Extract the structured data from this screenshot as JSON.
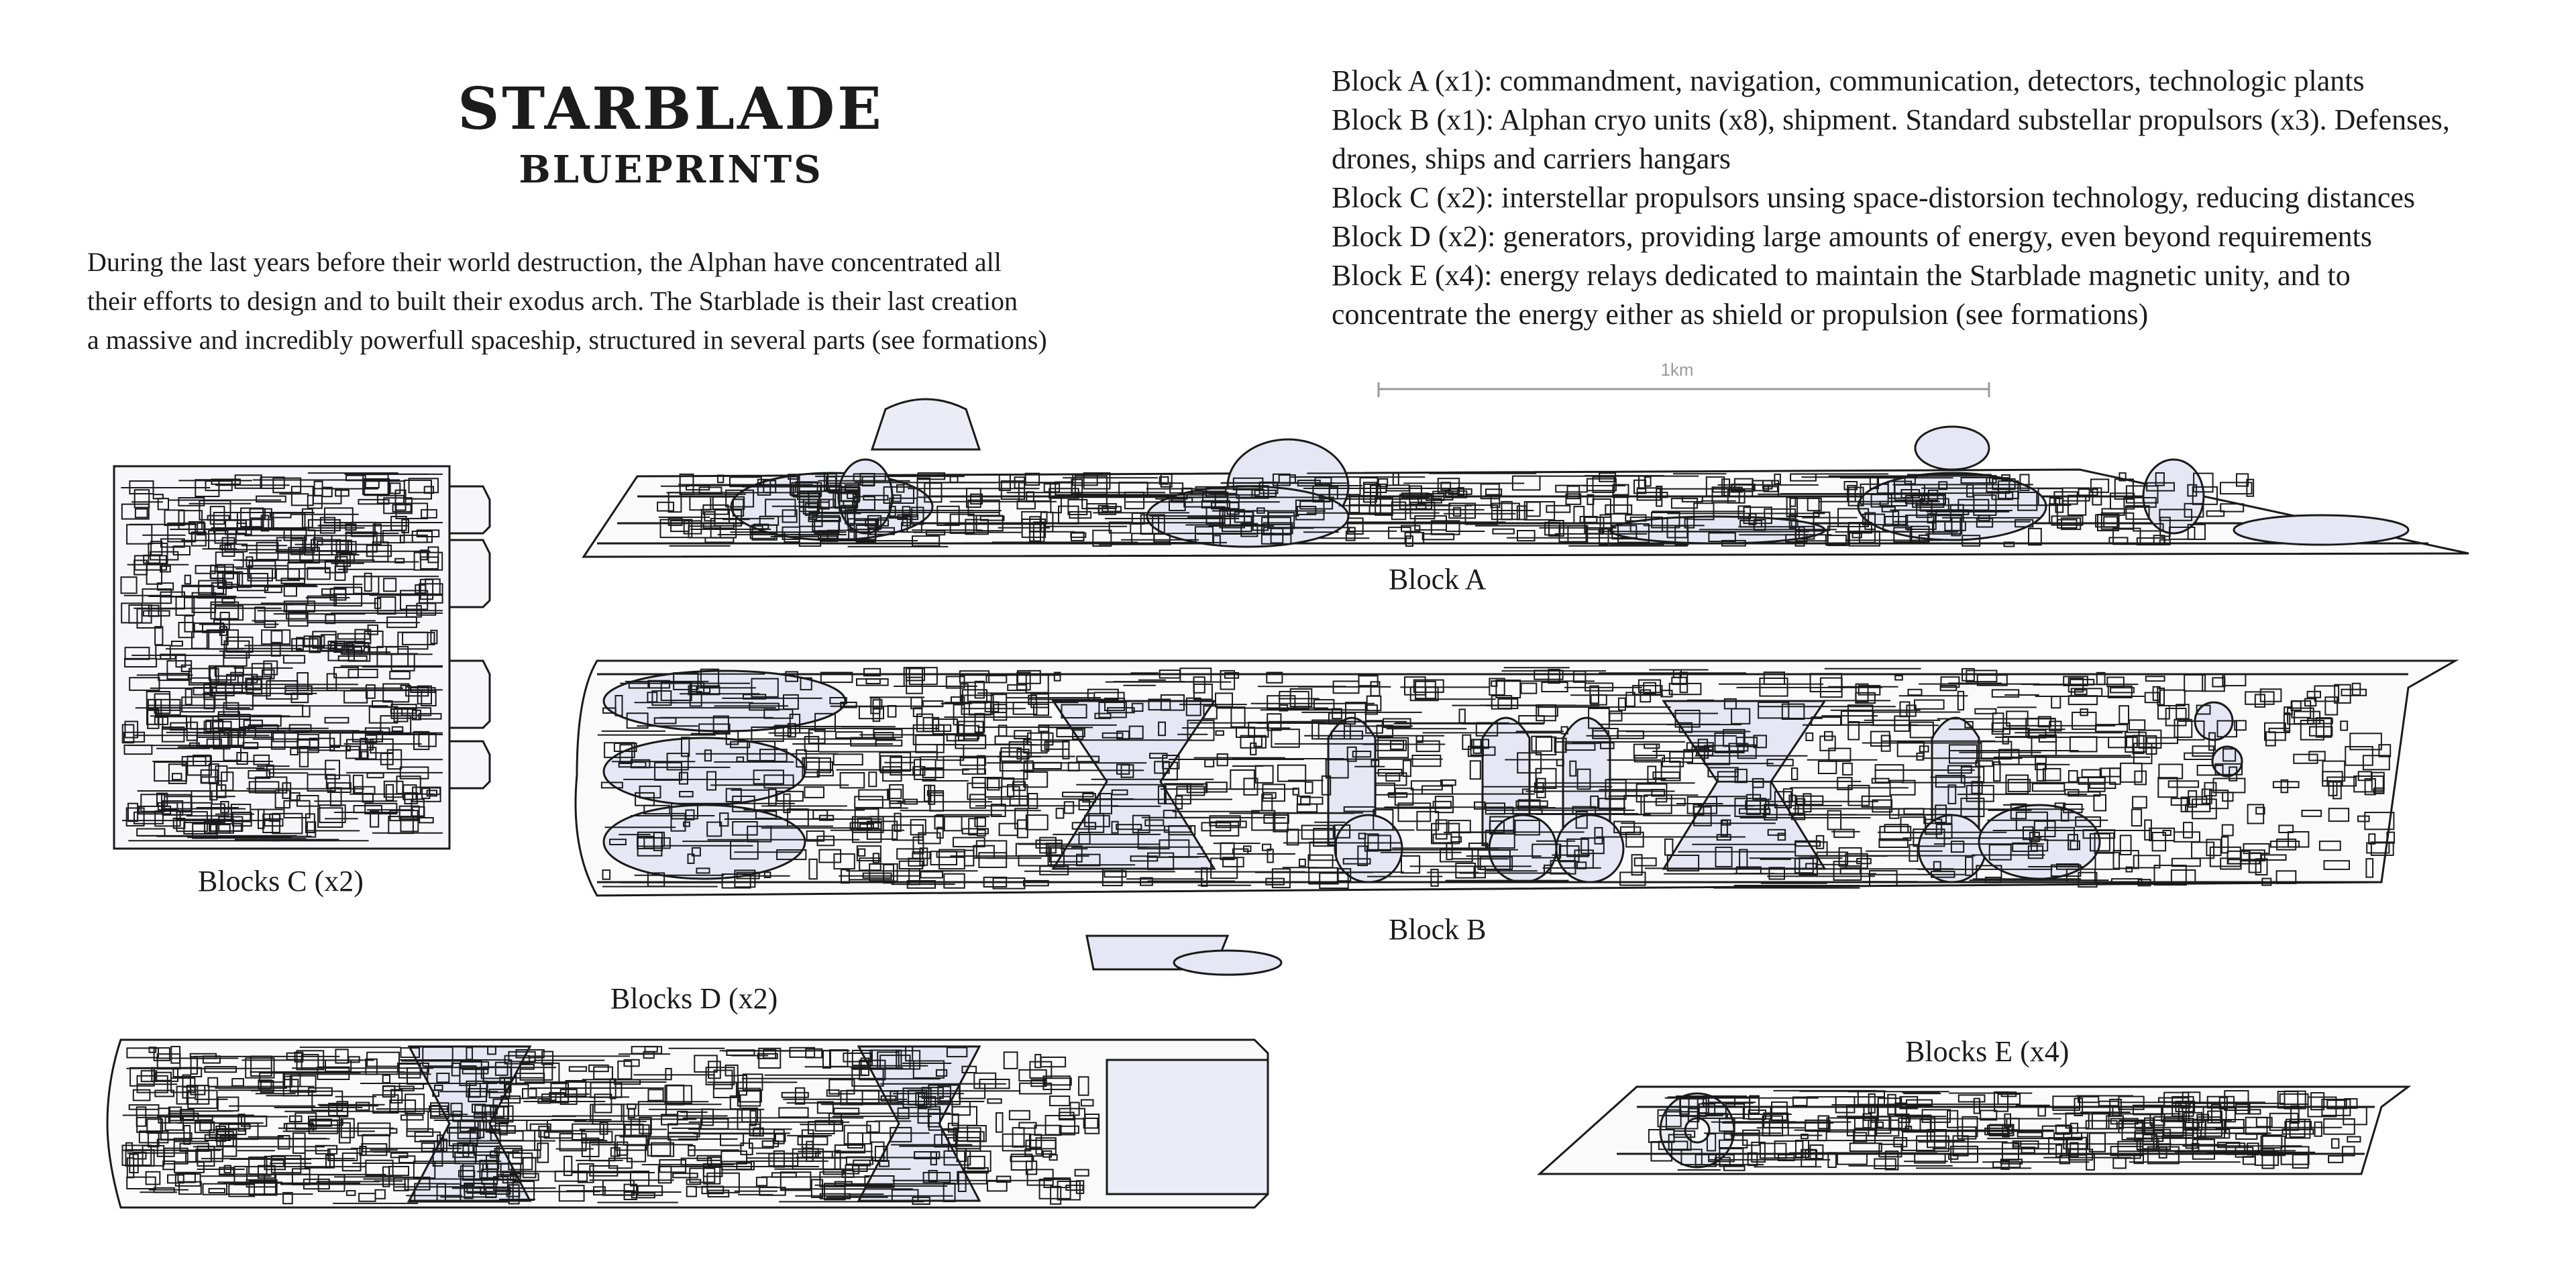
{
  "header": {
    "title": "STARBLADE",
    "subtitle": "BLUEPRINTS"
  },
  "intro": {
    "lines": [
      "During the last years before their world destruction, the Alphan have concentrated all",
      "their efforts  to design and to built their exodus arch. The Starblade is their last creation",
      "a massive and incredibly powerfull spaceship, structured in several parts (see formations)"
    ]
  },
  "legend": {
    "lines": [
      "Block A (x1): commandment, navigation, communication, detectors, technologic plants",
      "Block B (x1): Alphan cryo units (x8), shipment. Standard substellar propulsors (x3). Defenses,",
      "drones, ships and carriers hangars",
      "Block C (x2): interstellar propulsors unsing space-distorsion technology, reducing distances",
      "Block D (x2): generators, providing large amounts of energy, even beyond requirements",
      "Block E (x4): energy relays dedicated to maintain the Starblade magnetic unity,  and to",
      "concentrate the energy either as shield  or propulsion (see formations)"
    ]
  },
  "scale": {
    "label": "1km"
  },
  "blocks": {
    "a": {
      "label": "Block A"
    },
    "b": {
      "label": "Block B"
    },
    "c": {
      "label": "Blocks C (x2)"
    },
    "d": {
      "label": "Blocks D (x2)"
    },
    "e": {
      "label": "Blocks E (x4)"
    }
  },
  "colors": {
    "line": "#1a1a1a",
    "fill": "#e6e6f4",
    "fill_dark": "#cfcfe6",
    "scale": "#9a9a9a"
  }
}
